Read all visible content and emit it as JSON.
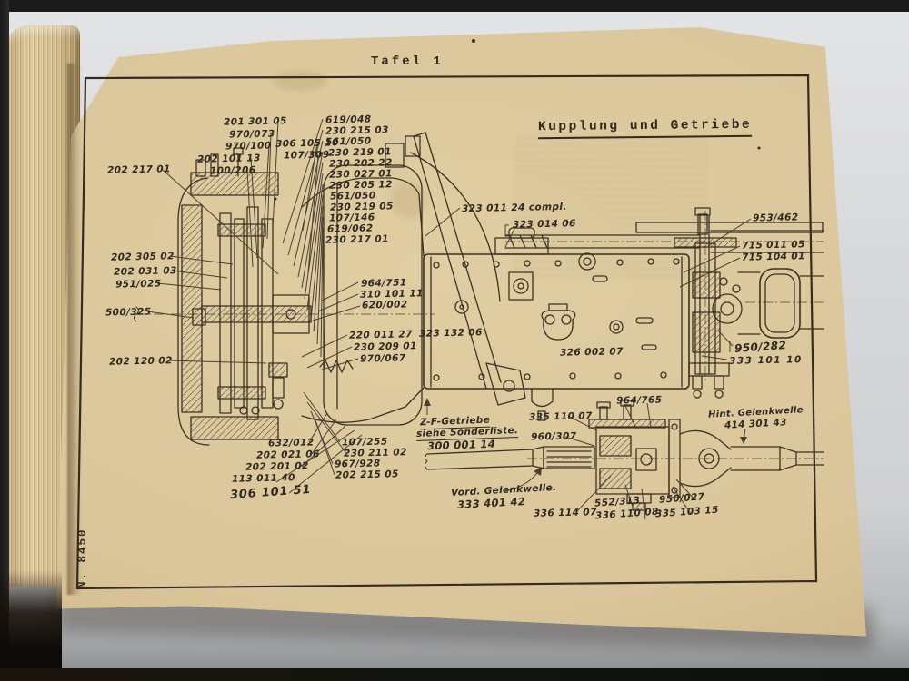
{
  "page": {
    "header": "Tafel 1",
    "title": "Kupplung und Getriebe",
    "edge_number": "N. 8450"
  },
  "labels": [
    {
      "text": "201 301 05"
    },
    {
      "text": "970/073"
    },
    {
      "text": "970/100"
    },
    {
      "text": "202 101 13"
    },
    {
      "text": "100/206"
    },
    {
      "text": "306 105 10"
    },
    {
      "text": "107/309"
    },
    {
      "text": "202 217 01"
    },
    {
      "text": "619/048"
    },
    {
      "text": "230 215 03"
    },
    {
      "text": "561/050"
    },
    {
      "text": "230 219 01"
    },
    {
      "text": "230 202 22"
    },
    {
      "text": "230 027 01"
    },
    {
      "text": "230 205 12"
    },
    {
      "text": "561/050"
    },
    {
      "text": "230 219 05"
    },
    {
      "text": "107/146"
    },
    {
      "text": "619/062"
    },
    {
      "text": "230 217 01"
    },
    {
      "text": "202 305 02"
    },
    {
      "text": "202 031 03"
    },
    {
      "text": "951/025"
    },
    {
      "text": "500/325"
    },
    {
      "text": "202 120 02"
    },
    {
      "text": "964/751"
    },
    {
      "text": "310 101 11"
    },
    {
      "text": "620/002"
    },
    {
      "text": "220 011 27"
    },
    {
      "text": "230 209 01"
    },
    {
      "text": "970/067"
    },
    {
      "text": "323 132 06"
    },
    {
      "text": "323 011 24 compl."
    },
    {
      "text": "323 014 06"
    },
    {
      "text": "632/012"
    },
    {
      "text": "202 021 06"
    },
    {
      "text": "202 201 02"
    },
    {
      "text": "113 011 40"
    },
    {
      "text": "306 101 51"
    },
    {
      "text": "107/255"
    },
    {
      "text": "230 211 02"
    },
    {
      "text": "967/928"
    },
    {
      "text": "202 215 05"
    },
    {
      "text": "326 002 07"
    },
    {
      "text": "335 110 07"
    },
    {
      "text": "960/307"
    },
    {
      "text": "964/765"
    },
    {
      "text": "336 114 07"
    },
    {
      "text": "552/313"
    },
    {
      "text": "336 110 08"
    },
    {
      "text": "335 103 15"
    },
    {
      "text": "950/027"
    },
    {
      "text": "953/462"
    },
    {
      "text": "715 011 05"
    },
    {
      "text": "715 104 01"
    },
    {
      "text": "950/282"
    },
    {
      "text": "333 101 10"
    }
  ],
  "notes": {
    "zf": [
      "Z-F-Getriebe",
      "siehe Sonderliste.",
      "300 001 14"
    ],
    "vord": [
      "Vord. Gelenkwelle.",
      "333 401 42"
    ],
    "hint": [
      "Hint. Gelenkwelle",
      "414 301 43"
    ]
  },
  "colors": {
    "paper": "#dac69a",
    "ink": "#3b3224",
    "backdrop": "#d7d8da",
    "dark_frame": "#1a1a18"
  }
}
